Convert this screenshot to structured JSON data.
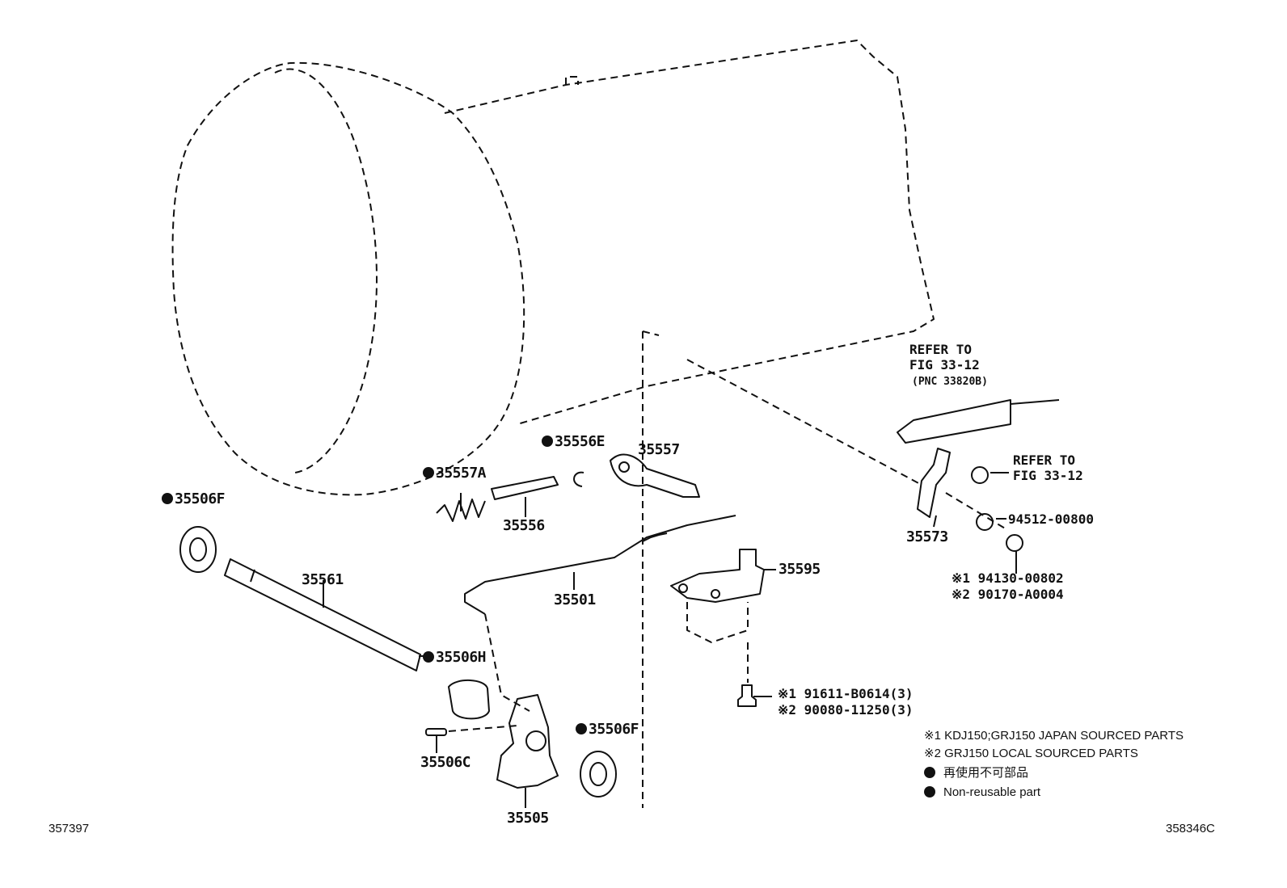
{
  "parts": {
    "p35506F_top": "35506F",
    "p35557A": "35557A",
    "p35556E": "35556E",
    "p35557": "35557",
    "p35556": "35556",
    "p35561": "35561",
    "p35501": "35501",
    "p35595": "35595",
    "p35506H": "35506H",
    "p35506C": "35506C",
    "p35506F_bottom": "35506F",
    "p35505": "35505",
    "p35573": "35573"
  },
  "refs": {
    "cable_ref_line1": "REFER TO",
    "cable_ref_line2": "FIG 33-12",
    "cable_ref_line3": "(PNC 33820B)",
    "nut_ref_line1": "REFER TO",
    "nut_ref_line2": "FIG 33-12",
    "washer_part": "94512-00800",
    "nut_part_1": "※1 94130-00802",
    "nut_part_2": "※2 90170-A0004",
    "bolt_part_1": "※1 91611-B0614(3)",
    "bolt_part_2": "※2 90080-11250(3)"
  },
  "legend": {
    "note1": "※1 KDJ150;GRJ150 JAPAN SOURCED PARTS",
    "note2": "※2 GRJ150 LOCAL SOURCED PARTS",
    "nonreusable_jp": "再使用不可部品",
    "nonreusable_en": "Non-reusable part"
  },
  "codes": {
    "left": "357397",
    "right": "358346C"
  }
}
